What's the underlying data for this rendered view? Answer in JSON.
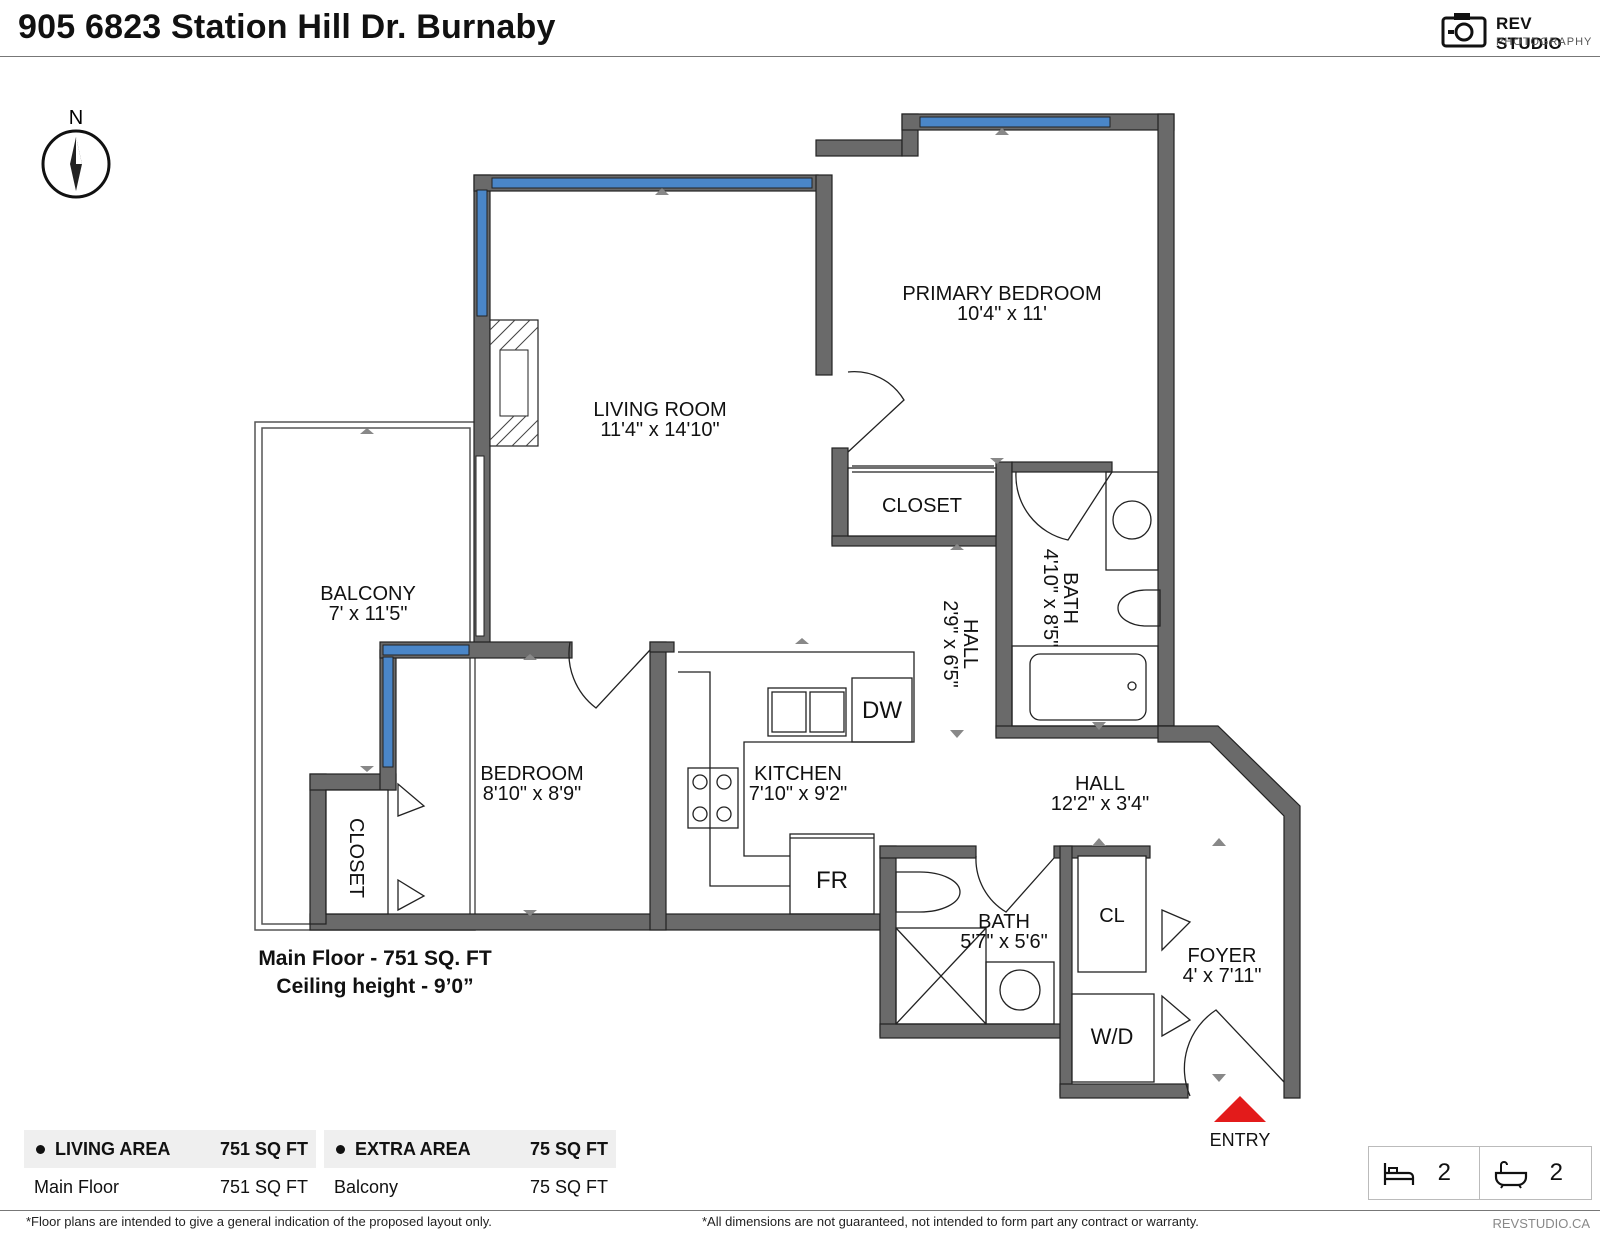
{
  "header": {
    "title": "905 6823 Station Hill Dr. Burnaby",
    "brand_name": "REV STUDIO",
    "brand_sub": "PHOTOGRAPHY"
  },
  "compass": {
    "label": "N"
  },
  "rooms": {
    "primary_bedroom": {
      "name": "PRIMARY BEDROOM",
      "dims": "10'4\" x 11'"
    },
    "living_room": {
      "name": "LIVING ROOM",
      "dims": "11'4\" x 14'10\""
    },
    "closet_primary": {
      "name": "CLOSET"
    },
    "bath_ensuite": {
      "name": "BATH",
      "dims": "4'10\" x 8'5\""
    },
    "hall_vertical": {
      "name": "HALL",
      "dims": "2'9\" x 6'5\""
    },
    "balcony": {
      "name": "BALCONY",
      "dims": "7' x 11'5\""
    },
    "bedroom": {
      "name": "BEDROOM",
      "dims": "8'10\" x 8'9\""
    },
    "closet_bedroom": {
      "name": "CLOSET"
    },
    "kitchen": {
      "name": "KITCHEN",
      "dims": "7'10\" x 9'2\""
    },
    "hall_horizontal": {
      "name": "HALL",
      "dims": "12'2\" x 3'4\""
    },
    "bath_main": {
      "name": "BATH",
      "dims": "5'7\" x 5'6\""
    },
    "foyer": {
      "name": "FOYER",
      "dims": "4' x 7'11\""
    },
    "closet_foyer": {
      "name": "CL"
    },
    "washer_dryer": {
      "name": "W/D"
    },
    "dishwasher": {
      "name": "DW"
    },
    "fridge": {
      "name": "FR"
    },
    "entry": {
      "name": "ENTRY"
    }
  },
  "floor_info": {
    "line1": "Main Floor - 751 SQ. FT",
    "line2": "Ceiling height - 9’0”"
  },
  "living_area": {
    "label": "LIVING AREA",
    "total": "751 SQ FT",
    "rows": [
      {
        "name": "Main Floor",
        "value": "751 SQ FT"
      }
    ]
  },
  "extra_area": {
    "label": "EXTRA AREA",
    "total": "75 SQ FT",
    "rows": [
      {
        "name": "Balcony",
        "value": "75 SQ FT"
      }
    ]
  },
  "counts": {
    "bedrooms": "2",
    "bathrooms": "2",
    "bed_icon": "bed-icon",
    "bath_icon": "bathtub-icon"
  },
  "footer": {
    "disclaimer_left": "*Floor plans are intended to give a general indication of the proposed layout only.",
    "disclaimer_right": "*All dimensions are not guaranteed, not intended to form part any contract or warranty.",
    "website": "REVSTUDIO.CA"
  },
  "colors": {
    "wall": "#6a6a6a",
    "window": "#4a86c8",
    "entry_marker": "#e31b1b"
  }
}
